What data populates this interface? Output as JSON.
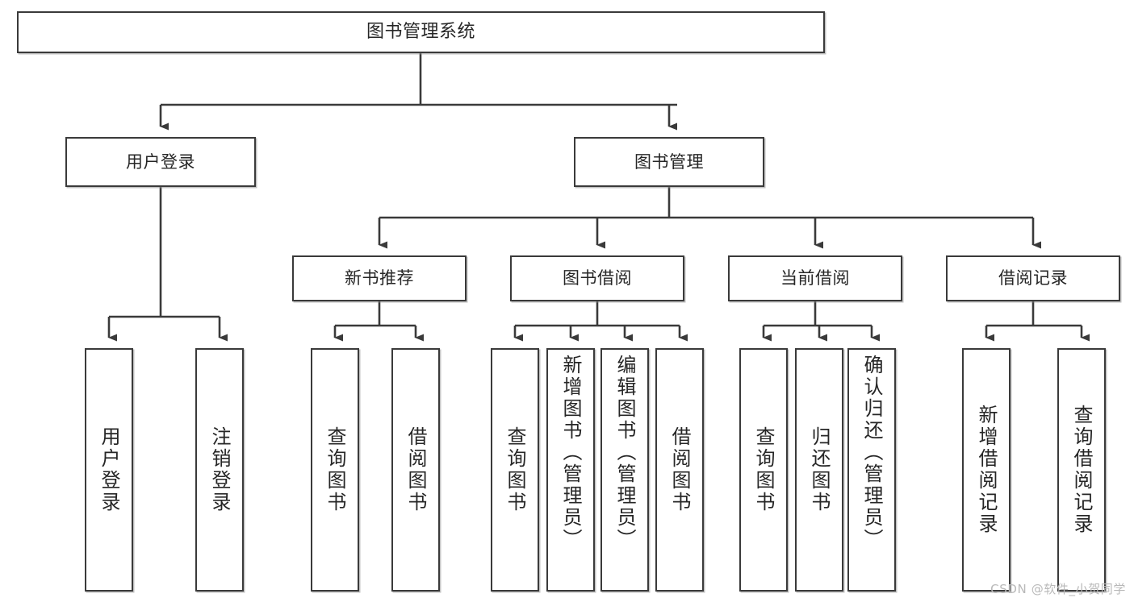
{
  "diagram": {
    "title": "图书管理系统",
    "type": "hierarchy-tree",
    "colors": {
      "stroke": "#3a3a3a",
      "fill": "#ffffff",
      "text": "#262626",
      "watermark": "#b9b9b9"
    },
    "levels": {
      "root": {
        "label": "图书管理系统"
      },
      "level2": [
        {
          "label": "用户登录"
        },
        {
          "label": "图书管理"
        }
      ],
      "level3": [
        {
          "label": "新书推荐"
        },
        {
          "label": "图书借阅"
        },
        {
          "label": "当前借阅"
        },
        {
          "label": "借阅记录"
        }
      ],
      "leaves": {
        "user_login": [
          {
            "label": "用户登录"
          },
          {
            "label": "注销登录"
          }
        ],
        "new_book_recommend": [
          {
            "label": "查询图书"
          },
          {
            "label": "借阅图书"
          }
        ],
        "book_borrow": [
          {
            "label": "查询图书"
          },
          {
            "label": "新增图书（管理员）"
          },
          {
            "label": "编辑图书（管理员）"
          },
          {
            "label": "借阅图书"
          }
        ],
        "current_borrow": [
          {
            "label": "查询图书"
          },
          {
            "label": "归还图书"
          },
          {
            "label": "确认归还（管理员）"
          }
        ],
        "borrow_record": [
          {
            "label": "新增借阅记录"
          },
          {
            "label": "查询借阅记录"
          }
        ]
      }
    },
    "watermark": "CSDN @软件_小贺同学"
  }
}
